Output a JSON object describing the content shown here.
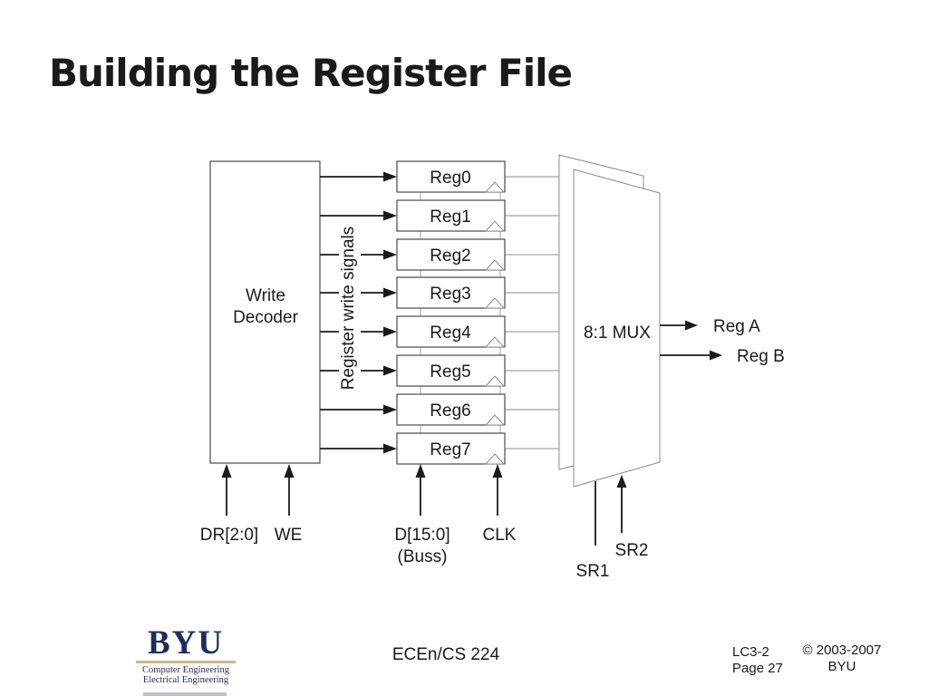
{
  "colors": {
    "ink": "#1a1a1a",
    "linegray": "#8c8c8c",
    "lightgray": "#b3b3b3",
    "boxborder": "#4a4a4a",
    "navy": "#1f2c5c",
    "tan": "#c9b98a",
    "logotext": "#23304f",
    "logostrip": "#b9c0d0"
  },
  "slide": {
    "title": "Building the Register File"
  },
  "diagram": {
    "decoder": {
      "line1": "Write",
      "line2": "Decoder"
    },
    "registers": [
      "Reg0",
      "Reg1",
      "Reg2",
      "Reg3",
      "Reg4",
      "Reg5",
      "Reg6",
      "Reg7"
    ],
    "rotated_label": "Register write signals",
    "mux_label": "8:1 MUX",
    "output_a": "Reg A",
    "output_b": "Reg B",
    "input_dr": "DR[2:0]",
    "input_we": "WE",
    "input_d": "D[15:0]",
    "input_d_sub": "(Buss)",
    "input_clk": "CLK",
    "select_sr1": "SR1",
    "select_sr2": "SR2"
  },
  "footer": {
    "course": "ECEn/CS 224",
    "lecture_id": "LC3-2",
    "page": "Page 27",
    "copyright": "© 2003-2007",
    "org": "BYU",
    "logo": {
      "wordmark": "BYU",
      "dept1": "Computer Engineering",
      "dept2": "Electrical Engineering"
    }
  }
}
